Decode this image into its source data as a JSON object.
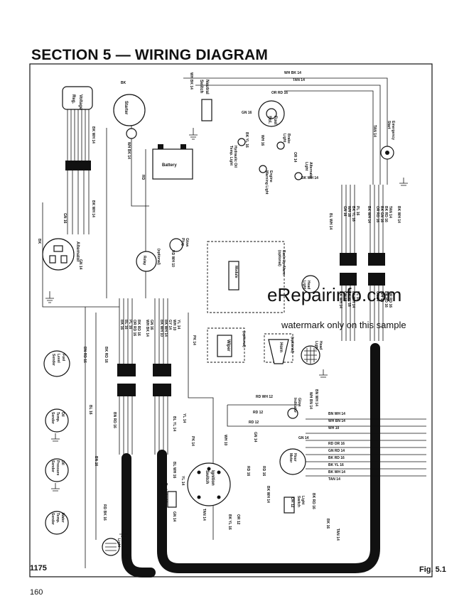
{
  "page": {
    "title": "SECTION 5 — WIRING DIAGRAM",
    "model_code": "1175",
    "figure_label": "Fig. 5.1",
    "page_number": "160"
  },
  "watermark": {
    "site": "eRepairinfo.com",
    "note": "watermark only on this sample"
  },
  "components": {
    "voltage_reg": [
      "Voltage",
      "Reg."
    ],
    "starter": "Starter",
    "battery": "Battery",
    "neutral_switch": [
      "Neutral",
      "Switch"
    ],
    "fuel_solenoid": [
      "Fuel",
      "Sol."
    ],
    "hydraulic_oil": [
      "Hydraulic Oil",
      "Temp. Light"
    ],
    "brake_light": [
      "Brake",
      "Light"
    ],
    "alternator_light": [
      "Alternator",
      "Light"
    ],
    "engine_warning": [
      "Engine",
      "Warning Light"
    ],
    "emergency_start": [
      "Emergency",
      "Start"
    ],
    "alternator": "Alternator",
    "glow_plug": [
      "Glow",
      "Plug"
    ],
    "relay": "Relay",
    "optional": "(optional)",
    "backup_alarm": [
      "Back-Up Alarm",
      "(optional)"
    ],
    "module": "Module",
    "head_light": [
      "Head",
      "Light"
    ],
    "wiper": "Wiper",
    "horn": "Horn",
    "fuel_sender": [
      "Fuel",
      "Level",
      "Sender"
    ],
    "oil_temp_sender": [
      "Oil",
      "Temp.",
      "Sender"
    ],
    "oil_pressure_sender": [
      "Oil",
      "Pressure",
      "Sender"
    ],
    "water_temp_sender": [
      "Water",
      "Temp.",
      "Sender"
    ],
    "tail_light": [
      "Tail",
      "Light"
    ],
    "brake_light_switch": [
      "Brake Light",
      "Switch"
    ],
    "ignition_switch": [
      "Ignition",
      "Switch"
    ],
    "glow_indicator": [
      "Glow",
      "Indicator"
    ],
    "hour_meter": [
      "Hour",
      "Meter"
    ],
    "light_switch": [
      "Light",
      "Switch"
    ]
  },
  "wire_labels": {
    "top": [
      "WH BK 14",
      "TAN 14",
      "BK",
      "OR RD 16",
      "GN 16",
      "WH BK 14",
      "BK YL 16",
      "WH 16",
      "OR 14",
      "BK WH 14",
      "TAN 14",
      "RD",
      "BK WH 14",
      "WH BK 14"
    ],
    "right_bundle": [
      "BK WH 14",
      "BK RD 16",
      "BK GN 16",
      "OR RD 16",
      "TAN 14",
      "BK WH 14",
      "PL 16",
      "BK YL 16",
      "WH 16",
      "GN 16",
      "BL WH 14"
    ],
    "right_lower": [
      "OR RD 16",
      "BK RD 16",
      "WH 16",
      "GY 14",
      "PL 16",
      "BL WH 14",
      "BK YL 16",
      "GN 16",
      "BK WH 14"
    ],
    "center_top": [
      "RD WH 10",
      "YL 14",
      "WH 10",
      "GY 14",
      "BK WH 14",
      "BK WH 10",
      "GN 16",
      "WH BK 14",
      "BK RD 16",
      "OR RD 16",
      "PL 16",
      "BL 16",
      "BK 16"
    ],
    "lower_right": [
      "RD WH 12",
      "BN WH 14",
      "WH BN 14",
      "BN WH 14",
      "WH BN 14",
      "WH 10",
      "RD 12",
      "GN 14",
      "RD OR 16",
      "GN RD 14",
      "BK RD 16",
      "BK YL 16",
      "BK WH 14",
      "TAN 14",
      "WH 10",
      "GN 14",
      "OR 12",
      "BK WH 14",
      "RD 16",
      "BK YL 16",
      "BK 16",
      "OR 12",
      "BK RD 16",
      "TAN 14"
    ],
    "left": [
      "GN 16",
      "GN 14",
      "BK",
      "BK WH 14",
      "BK RD 16",
      "BL 16",
      "BN 16",
      "RD BK 16",
      "BN RD 16",
      "PK 14",
      "BL WH 16",
      "YL 14",
      "GN 14",
      "PK 14",
      "RD 16",
      "BN RD 16",
      "YL 14",
      "TAN 14",
      "BL YL 14",
      "RD 12",
      "BN RD 16"
    ]
  }
}
